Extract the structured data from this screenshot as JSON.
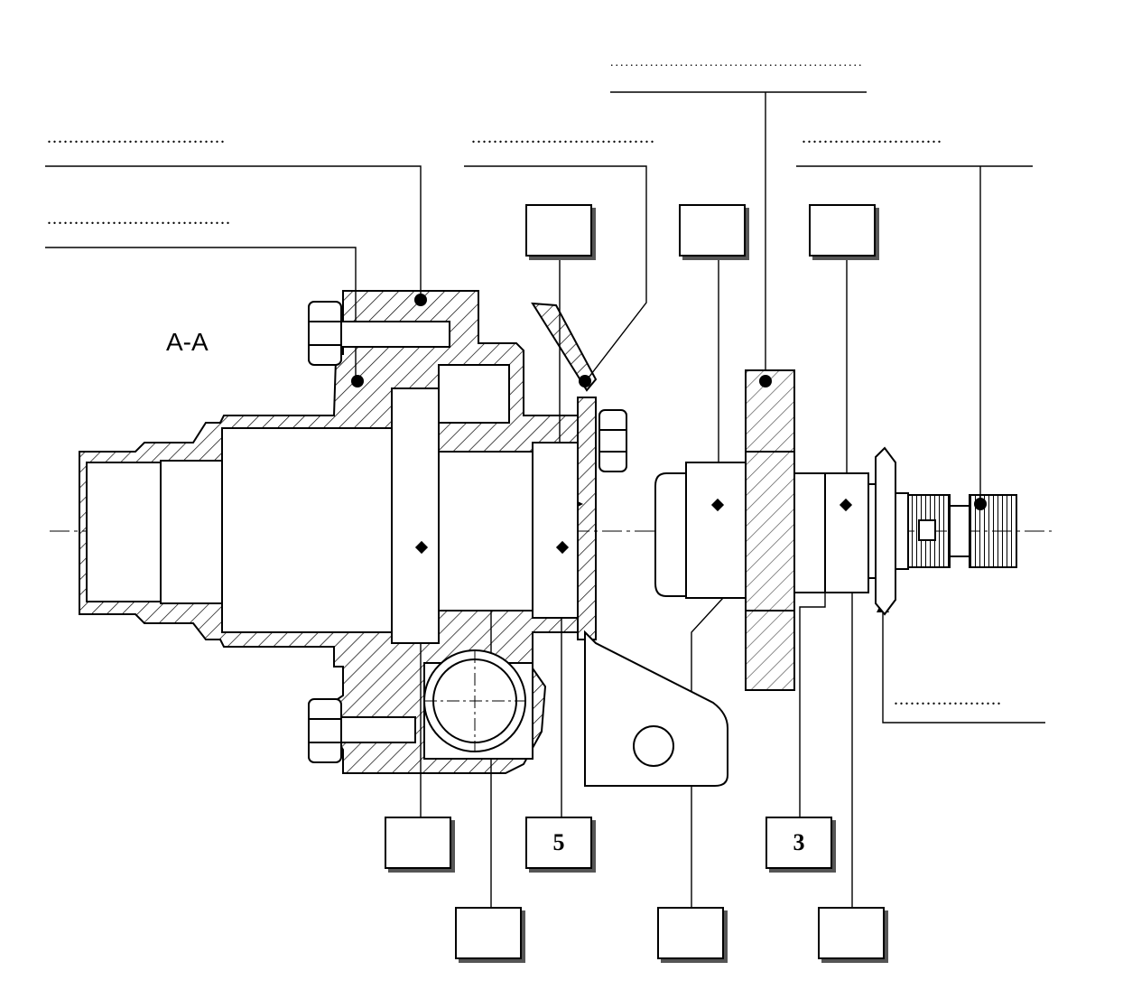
{
  "section_label": "A-A",
  "blanks": [
    ".................................",
    "..................................",
    "..................................",
    "...................................................",
    "..........................",
    "...................."
  ],
  "boxes": [
    {
      "id": "box-top-1",
      "text": ""
    },
    {
      "id": "box-top-2",
      "text": ""
    },
    {
      "id": "box-top-3",
      "text": ""
    },
    {
      "id": "box-bot-1",
      "text": ""
    },
    {
      "id": "box-bot-2",
      "text": "5"
    },
    {
      "id": "box-bot-3",
      "text": "3"
    },
    {
      "id": "box-low-1",
      "text": ""
    },
    {
      "id": "box-low-2",
      "text": ""
    },
    {
      "id": "box-low-3",
      "text": ""
    }
  ]
}
